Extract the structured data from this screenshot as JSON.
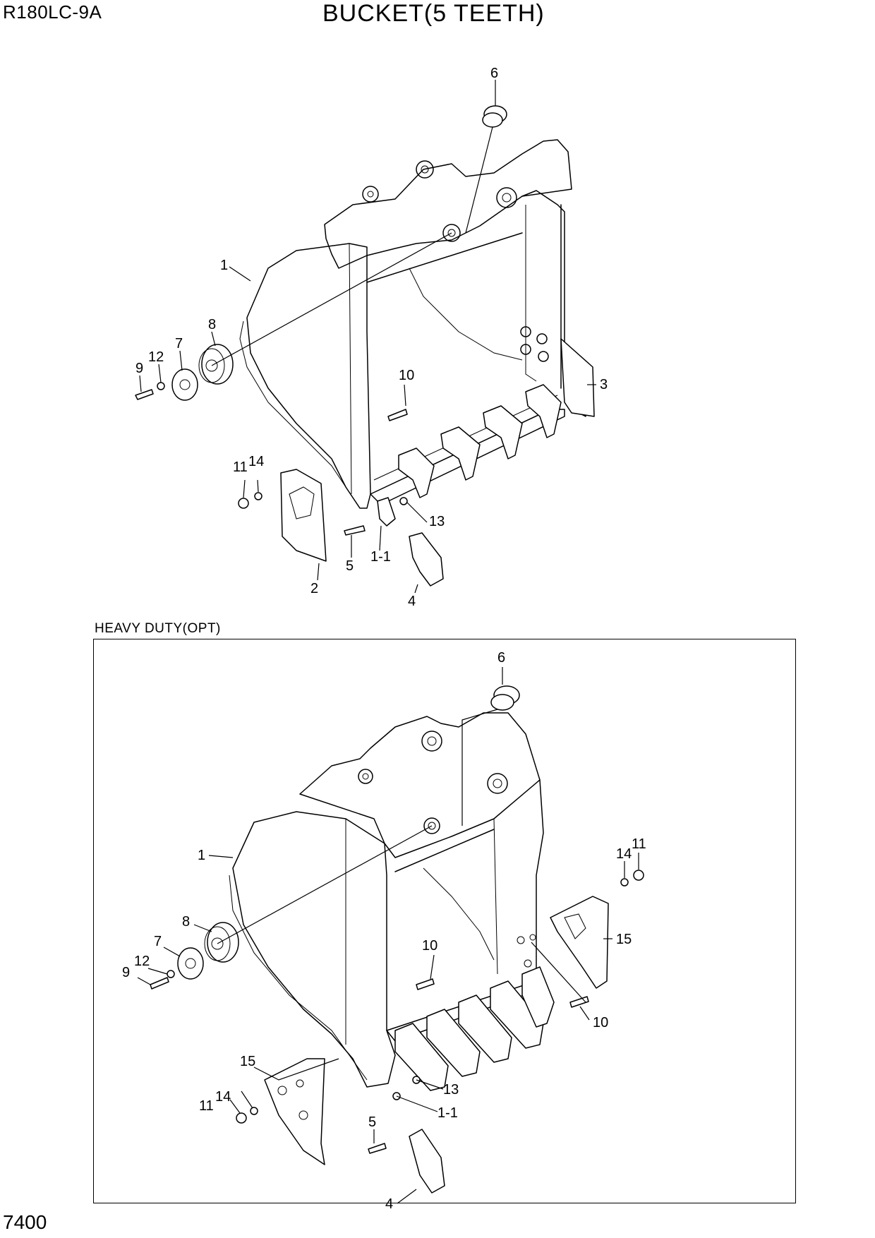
{
  "header": {
    "model": "R180LC-9A",
    "title": "BUCKET(5 TEETH)"
  },
  "section_label": "HEAVY DUTY(OPT)",
  "page_number": "7400",
  "standard_callouts": {
    "c6": "6",
    "c1": "1",
    "c8": "8",
    "c7": "7",
    "c12": "12",
    "c9": "9",
    "c10": "10",
    "c3": "3",
    "c11": "11",
    "c14": "14",
    "c13": "13",
    "c5": "5",
    "c1_1": "1-1",
    "c2": "2",
    "c4": "4"
  },
  "heavy_duty_callouts": {
    "c6": "6",
    "c1": "1",
    "c14": "14",
    "c11": "11",
    "c8": "8",
    "c7": "7",
    "c12": "12",
    "c9": "9",
    "c10a": "10",
    "c15a": "15",
    "c10b": "10",
    "c15b": "15",
    "c14b": "14",
    "c11b": "11",
    "c13": "13",
    "c5": "5",
    "c1_1": "1-1",
    "c4": "4"
  }
}
